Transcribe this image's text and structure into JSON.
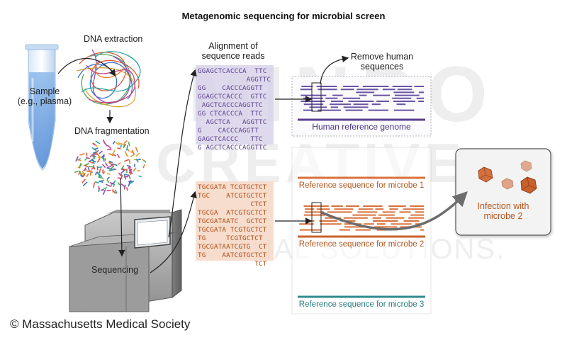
{
  "title": "Metagenomic sequencing for microbial screen",
  "labels": {
    "dna_extraction": "DNA extraction",
    "sample_line1": "Sample",
    "sample_line2": "(e.g., plasma)",
    "dna_fragmentation": "DNA fragmentation",
    "sequencing": "Sequencing",
    "alignment_line1": "Alignment of",
    "alignment_line2": "sequence reads",
    "remove_human_line1": "Remove human",
    "remove_human_line2": "sequences",
    "human_reference": "Human reference genome",
    "microbe1_reference": "Reference sequence for microbe 1",
    "microbe2_reference": "Reference sequence for microbe 2",
    "microbe3_reference": "Reference sequence for microbe 3",
    "infection_line1": "Infection with",
    "infection_line2": "microbe 2"
  },
  "sequence_reads_human": [
    "GGAGCTCACCCA  TTC",
    "            AGGTTC",
    "GG    CACCCAGGTT",
    "GGAGCTCACCC  GTTC",
    " AGCTCACCCAGGTTC",
    "GG CTCACCCA  TTC",
    "  AGCTCA   AGGTTC",
    "G    CACCCAGGTT",
    "GAGCTCACCC   TTC",
    "G AGCTCACCCAGGTTC"
  ],
  "sequence_reads_microbe": [
    "TGCGATA TCGTGCTCT",
    "TGC    ATCGTGCTCT",
    "             CTCT",
    "TGCGA  ATCGTGCTCT",
    "TGCGATAATC  GCTCT",
    "TGCGATA TCGTGCTCT",
    "TG     TCGTGCTCT",
    "TGCGATAATCGTG  CT",
    "TG    AATCGTGCTCT",
    "              TCT"
  ],
  "copyright": "© Massachusetts Medical Society",
  "watermark": {
    "line1": "MINDO",
    "line2": "CREATIVE",
    "line3": "VISUAL SOLUTIONS."
  },
  "colors": {
    "purple": "#5b3f91",
    "orange": "#d9703a",
    "teal": "#2f8a8c",
    "human_band": "#cfc6e2",
    "microbe_band": "#f3d4bf"
  }
}
